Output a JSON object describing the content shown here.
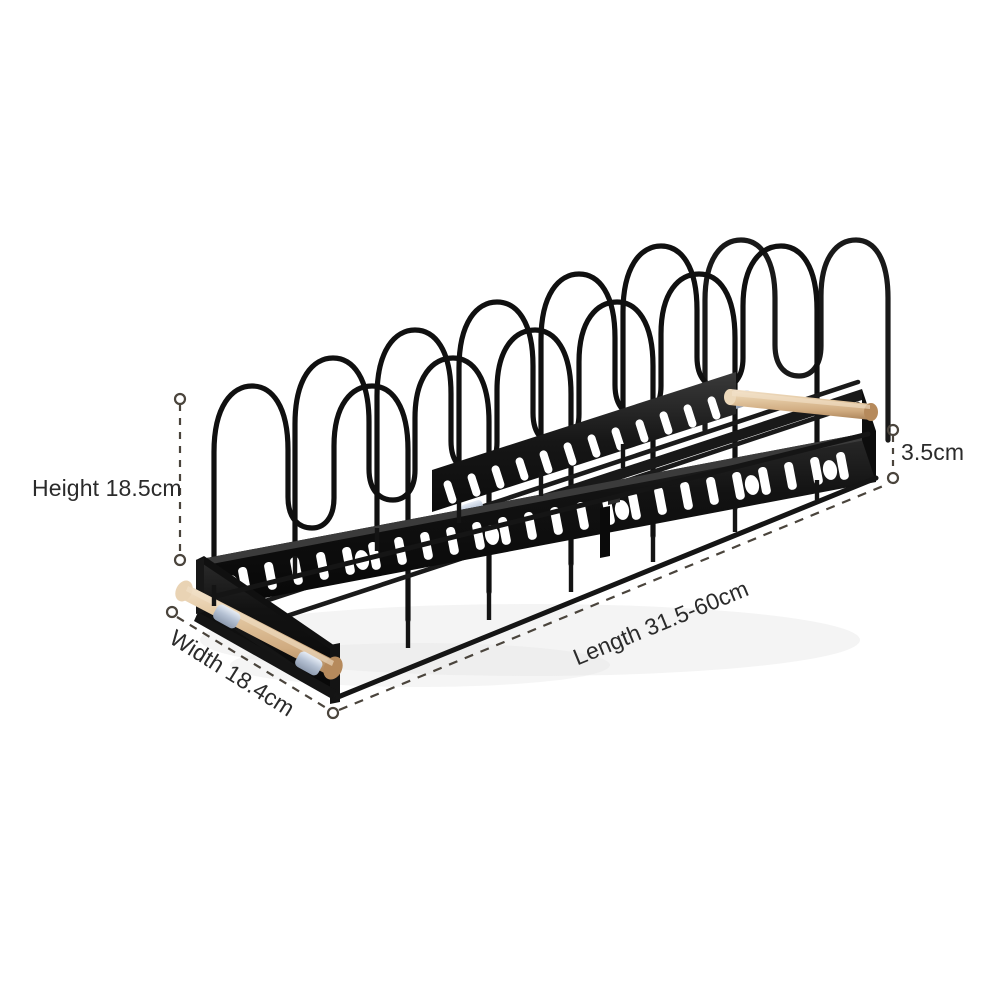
{
  "image": {
    "subject": "extendable pot lid and pan organiser rack",
    "background_color": "#ffffff",
    "annotation_color": "#2b2b2b",
    "dash_color": "#5b5349"
  },
  "product": {
    "frame_color": "#141414",
    "wood_color": "#d7b184",
    "clip_color": "#b9c4d6",
    "divider_count": 8
  },
  "dimensions": {
    "height": {
      "label": "Height 18.5cm",
      "value": "18.5",
      "unit": "cm",
      "name": "Height"
    },
    "width": {
      "label": "Width 18.4cm",
      "value": "18.4",
      "unit": "cm",
      "name": "Width"
    },
    "length": {
      "label": "Length 31.5-60cm",
      "value": "31.5-60",
      "unit": "cm",
      "name": "Length"
    },
    "thickness": {
      "label": "3.5cm",
      "value": "3.5",
      "unit": "cm",
      "name": ""
    }
  },
  "icons": {
    "endpoint": "dimension-endpoint-circle-icon",
    "leader": "dimension-dashed-leader-icon"
  }
}
